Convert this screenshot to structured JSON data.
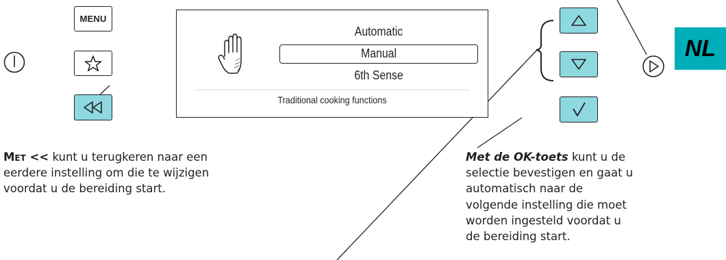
{
  "colors": {
    "key_teal": "#8ed8df",
    "badge": "#00aeb9",
    "ink": "#231f20"
  },
  "controls": {
    "power_icon": "power-icon",
    "menu_label": "MENU",
    "favorite_icon": "star-icon",
    "back_icon": "double-left-arrow-icon",
    "up_icon": "triangle-up-icon",
    "down_icon": "triangle-down-icon",
    "ok_icon": "checkmark-icon",
    "next_icon": "play-circle-icon"
  },
  "display": {
    "options": [
      "Automatic",
      "Manual",
      "6th Sense"
    ],
    "selected_index": 1,
    "footer": "Traditional cooking functions",
    "icon": "hand-icon"
  },
  "language_badge": "NL",
  "back_text": {
    "strong": "Met <<",
    "rest": " kunt u terugkeren naar een eerdere instelling om die te wijzigen voordat u de bereiding start."
  },
  "ok_text": {
    "strong": "Met de OK-toets",
    "rest": " kunt u de selectie bevestigen en gaat u automatisch naar de volgende instelling die moet worden ingesteld voordat u de bereiding start."
  }
}
